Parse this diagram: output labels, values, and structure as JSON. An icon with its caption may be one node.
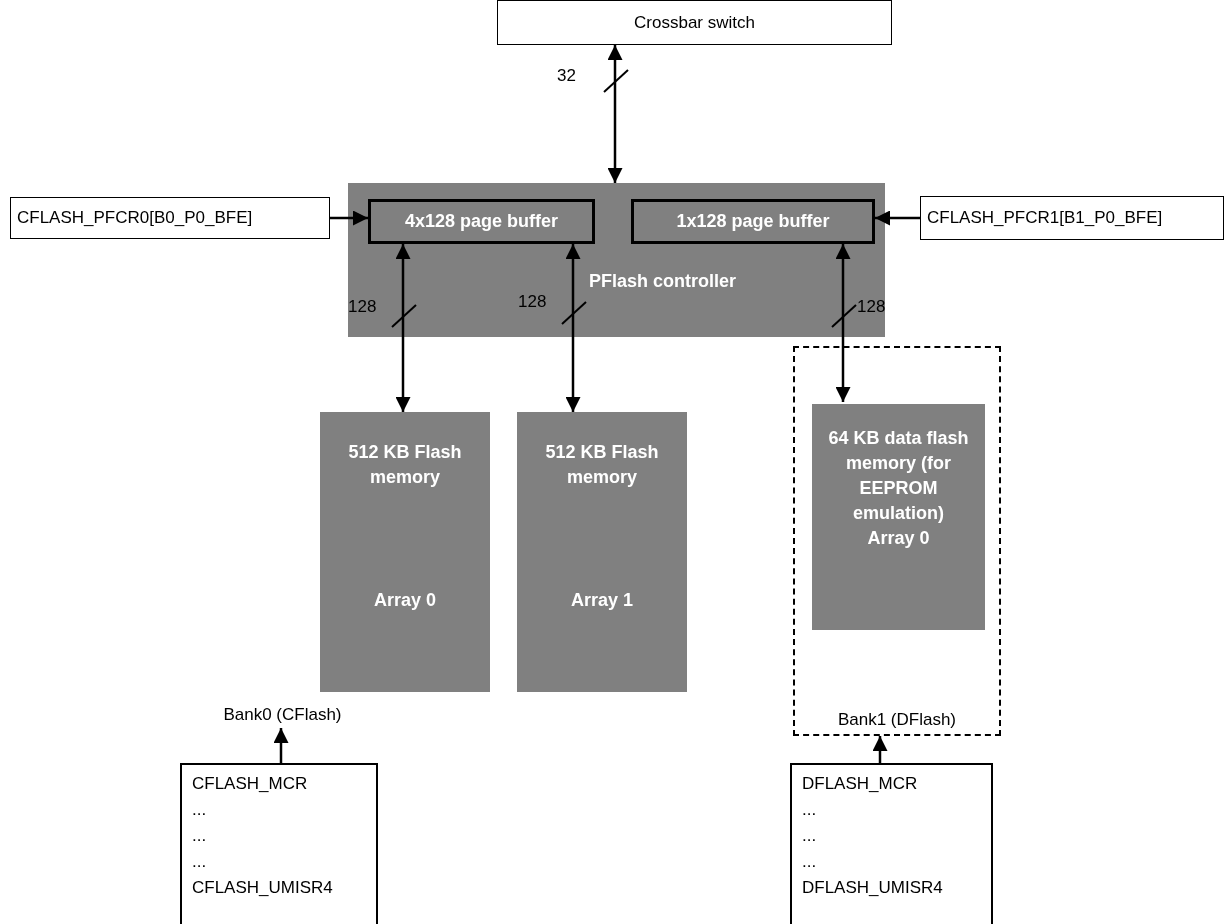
{
  "diagram": {
    "nodes": [
      {
        "text": [
          "Crossbar switch"
        ]
      },
      {
        "text": [
          "PFlash controller"
        ]
      },
      {
        "text": [
          "4x128 page buffer"
        ],
        "in": 1
      },
      {
        "text": [
          "1x128 page buffer"
        ],
        "in": 1
      },
      {
        "text": [
          "CFLASH_PFCR0[B0_P0_BFE]"
        ]
      },
      {
        "text": [
          "CFLASH_PFCR1[B1_P0_BFE]"
        ]
      },
      {
        "text": [
          "Bank0 (CFlash)"
        ]
      },
      {
        "text": [
          "512 KB Flash memory",
          "Array 0"
        ]
      },
      {
        "text": [
          "512 KB Flash memory",
          "Array 1"
        ]
      },
      {
        "text": [
          "Bank1 (DFlash)"
        ]
      },
      {
        "text": [
          "64 KB data flash memory (for EEPROM emulation)",
          "Array 0"
        ],
        "in": 9
      },
      {
        "text": [
          "CFLASH_MCR",
          "...",
          "...",
          "...",
          "CFLASH_UMISR4"
        ]
      },
      {
        "text": [
          "DFLASH_MCR",
          "...",
          "...",
          "...",
          "DFLASH_UMISR4"
        ]
      }
    ],
    "edges": [
      {
        "from": 0,
        "to": 1,
        "arrow": "both",
        "label": "32"
      },
      {
        "from": 4,
        "to": 2,
        "arrow": "to"
      },
      {
        "from": 5,
        "to": 3,
        "arrow": "to"
      },
      {
        "from": 2,
        "to": 7,
        "arrow": "both",
        "label": "128"
      },
      {
        "from": 2,
        "to": 8,
        "arrow": "both",
        "label": "128"
      },
      {
        "from": 3,
        "to": 10,
        "arrow": "both",
        "label": "128"
      },
      {
        "from": 11,
        "to": 6,
        "arrow": "to"
      },
      {
        "from": 12,
        "to": 9,
        "arrow": "to"
      }
    ]
  }
}
